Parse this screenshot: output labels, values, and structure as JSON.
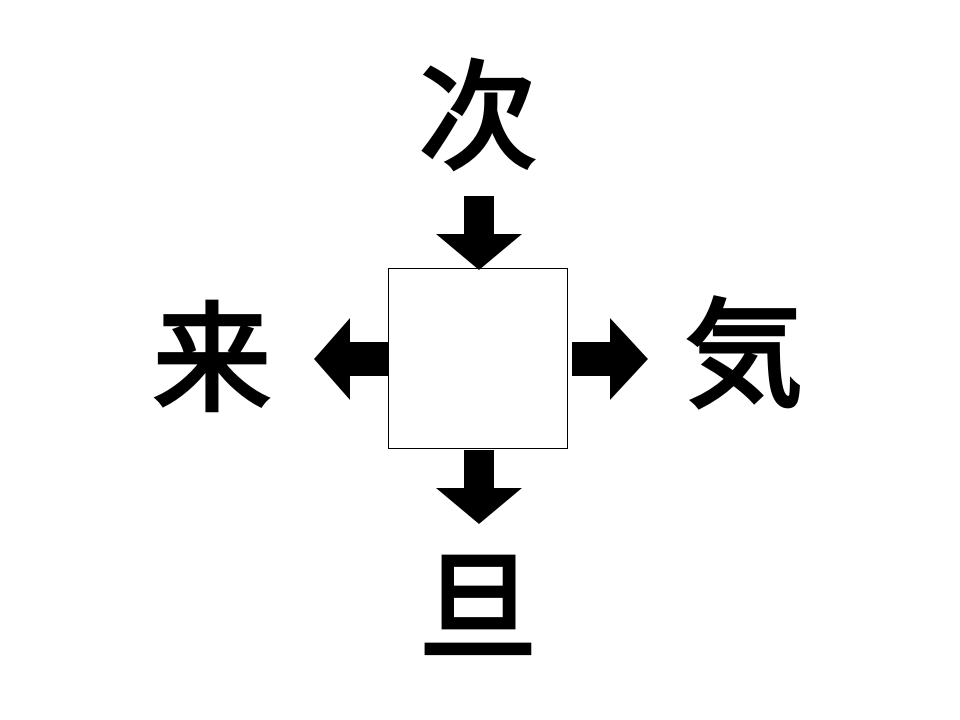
{
  "puzzle": {
    "top_char": "次",
    "left_char": "来",
    "right_char": "気",
    "bottom_char": "旦",
    "answer": ""
  },
  "colors": {
    "ink": "#000000",
    "background": "#ffffff"
  }
}
